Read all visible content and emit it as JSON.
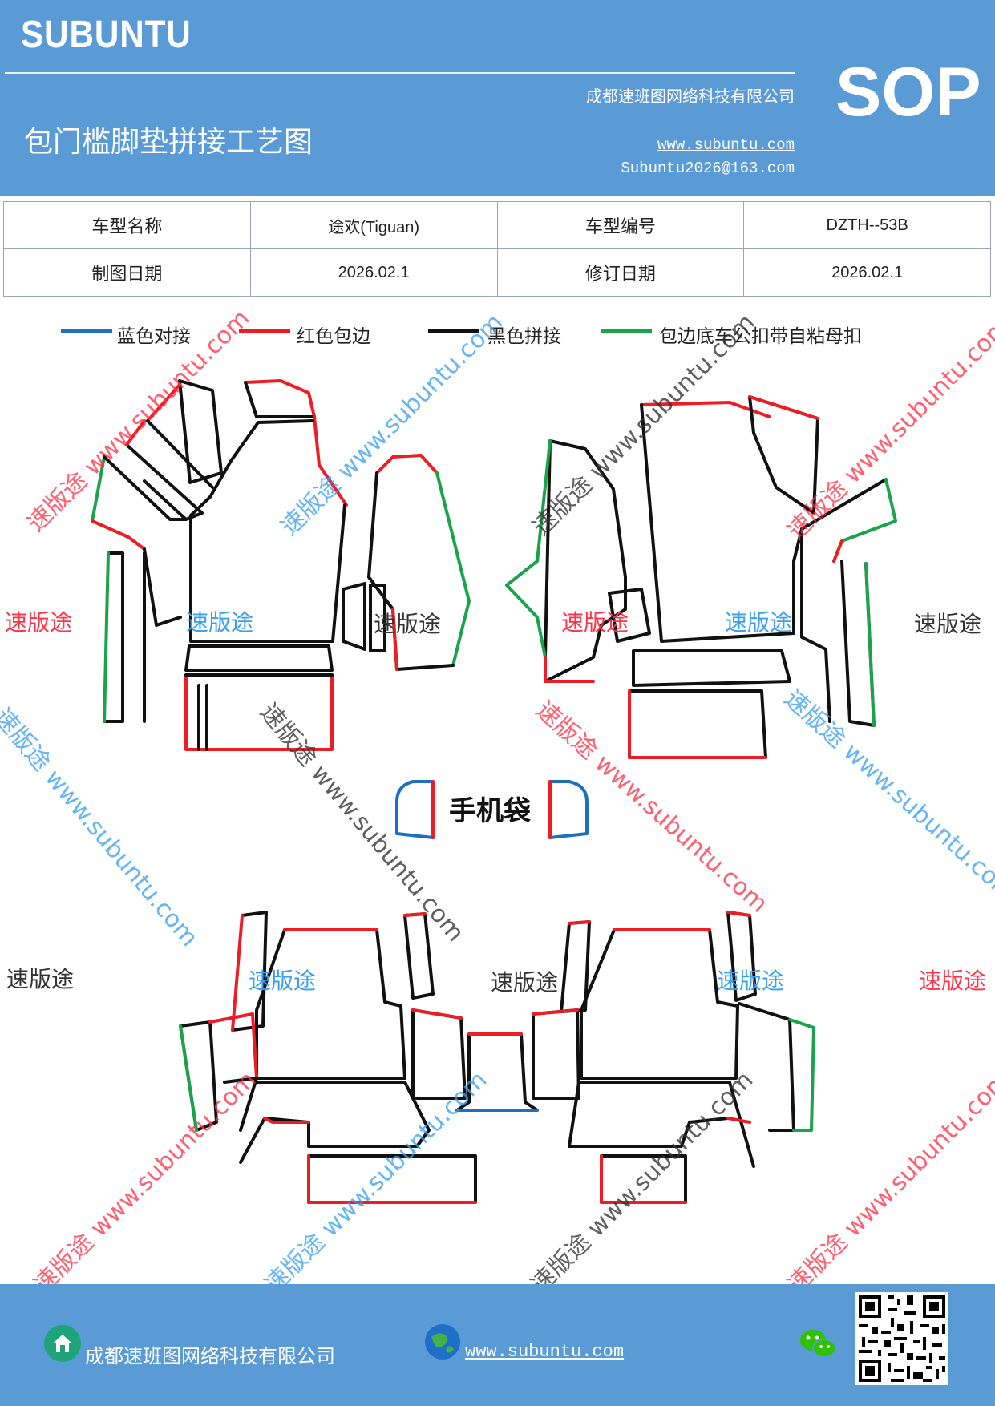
{
  "header": {
    "brand": "SUBUNTU",
    "company": "成都速班图网络科技有限公司",
    "badge": "SOP",
    "title": "包门槛脚垫拼接工艺图",
    "website": "www.subuntu.com",
    "email": "Subuntu2026@163.com"
  },
  "info_table": {
    "model_name_label": "车型名称",
    "model_name_value": "途欢(Tiguan)",
    "model_code_label": "车型编号",
    "model_code_value": "DZTH--53B",
    "draw_date_label": "制图日期",
    "draw_date_value": "2026.02.1",
    "revise_date_label": "修订日期",
    "revise_date_value": "2026.02.1"
  },
  "legend": [
    {
      "label": "蓝色对接",
      "color": "#1f6fbf"
    },
    {
      "label": "红色包边",
      "color": "#ee1c25"
    },
    {
      "label": "黑色拼接",
      "color": "#111111"
    },
    {
      "label": "包边底车公扣带自粘母扣",
      "color": "#1aa34a"
    }
  ],
  "watermark": {
    "brand": "速版途",
    "diagonal": "速版途 www.subuntu.com",
    "url": "www.subuntu.com"
  },
  "phone_pocket_label": "手机袋",
  "colors": {
    "header_bg": "#5b9bd5",
    "blue": "#1f6fbf",
    "red": "#ee1c25",
    "black": "#111111",
    "green": "#1aa34a"
  },
  "footer": {
    "company": "成都速班图网络科技有限公司",
    "website": "www.subuntu.com",
    "icons": [
      "home-icon",
      "globe-icon",
      "wechat-icon",
      "qr-code"
    ]
  }
}
